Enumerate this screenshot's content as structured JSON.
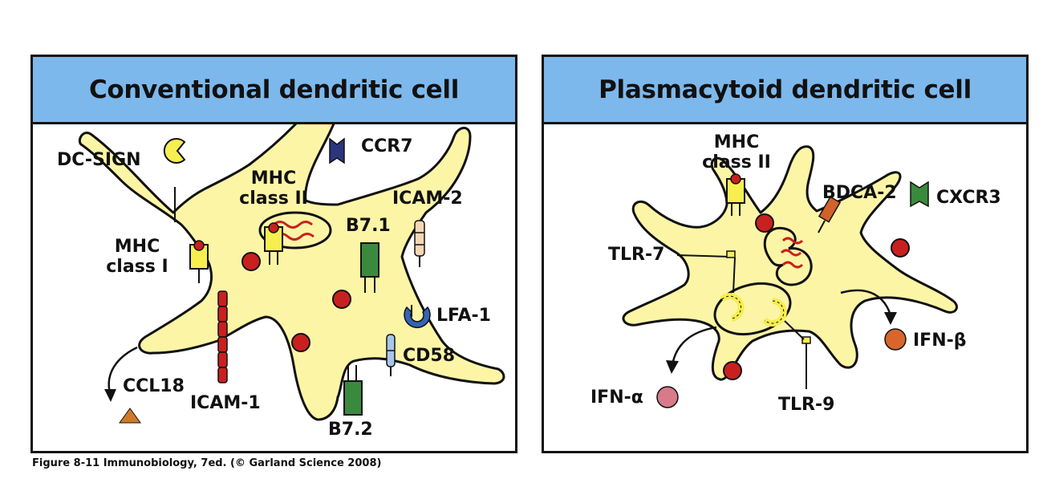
{
  "left_panel": {
    "title": "Conventional dendritic cell",
    "labels": {
      "dc_sign": "DC-SIGN",
      "ccr7": "CCR7",
      "mhc_class_ii_line1": "MHC",
      "mhc_class_ii_line2": "class II",
      "icam2": "ICAM-2",
      "b71": "B7.1",
      "mhc_class_i_line1": "MHC",
      "mhc_class_i_line2": "class I",
      "lfa1": "LFA-1",
      "cd58": "CD58",
      "ccl18": "CCL18",
      "icam1": "ICAM-1",
      "b72": "B7.2"
    }
  },
  "right_panel": {
    "title": "Plasmacytoid dendritic cell",
    "labels": {
      "mhc_class_ii_line1": "MHC",
      "mhc_class_ii_line2": "class II",
      "bdca2": "BDCA-2",
      "cxcr3": "CXCR3",
      "tlr7": "TLR-7",
      "ifn_beta": "IFN-β",
      "ifn_alpha": "IFN-α",
      "tlr9": "TLR-9"
    }
  },
  "caption": "Figure 8-11  Immunobiology, 7ed. (© Garland Science 2008)",
  "colors": {
    "header_blue": "#7db8ec",
    "cell_yellow": "#fdf5a6",
    "granule_red": "#c8201f",
    "receptor_yellow": "#f7ee50",
    "receptor_green": "#3a8a3e",
    "receptor_navy": "#2c3580",
    "receptor_blue": "#3464b4",
    "receptor_peach": "#f6d7b4",
    "receptor_lightblue": "#a9c5ea",
    "receptor_orange": "#d0622a",
    "ifn_beta_orange": "#d8662a",
    "ifn_alpha_pink": "#d87a8a",
    "ccl18_orange": "#d07a28"
  }
}
